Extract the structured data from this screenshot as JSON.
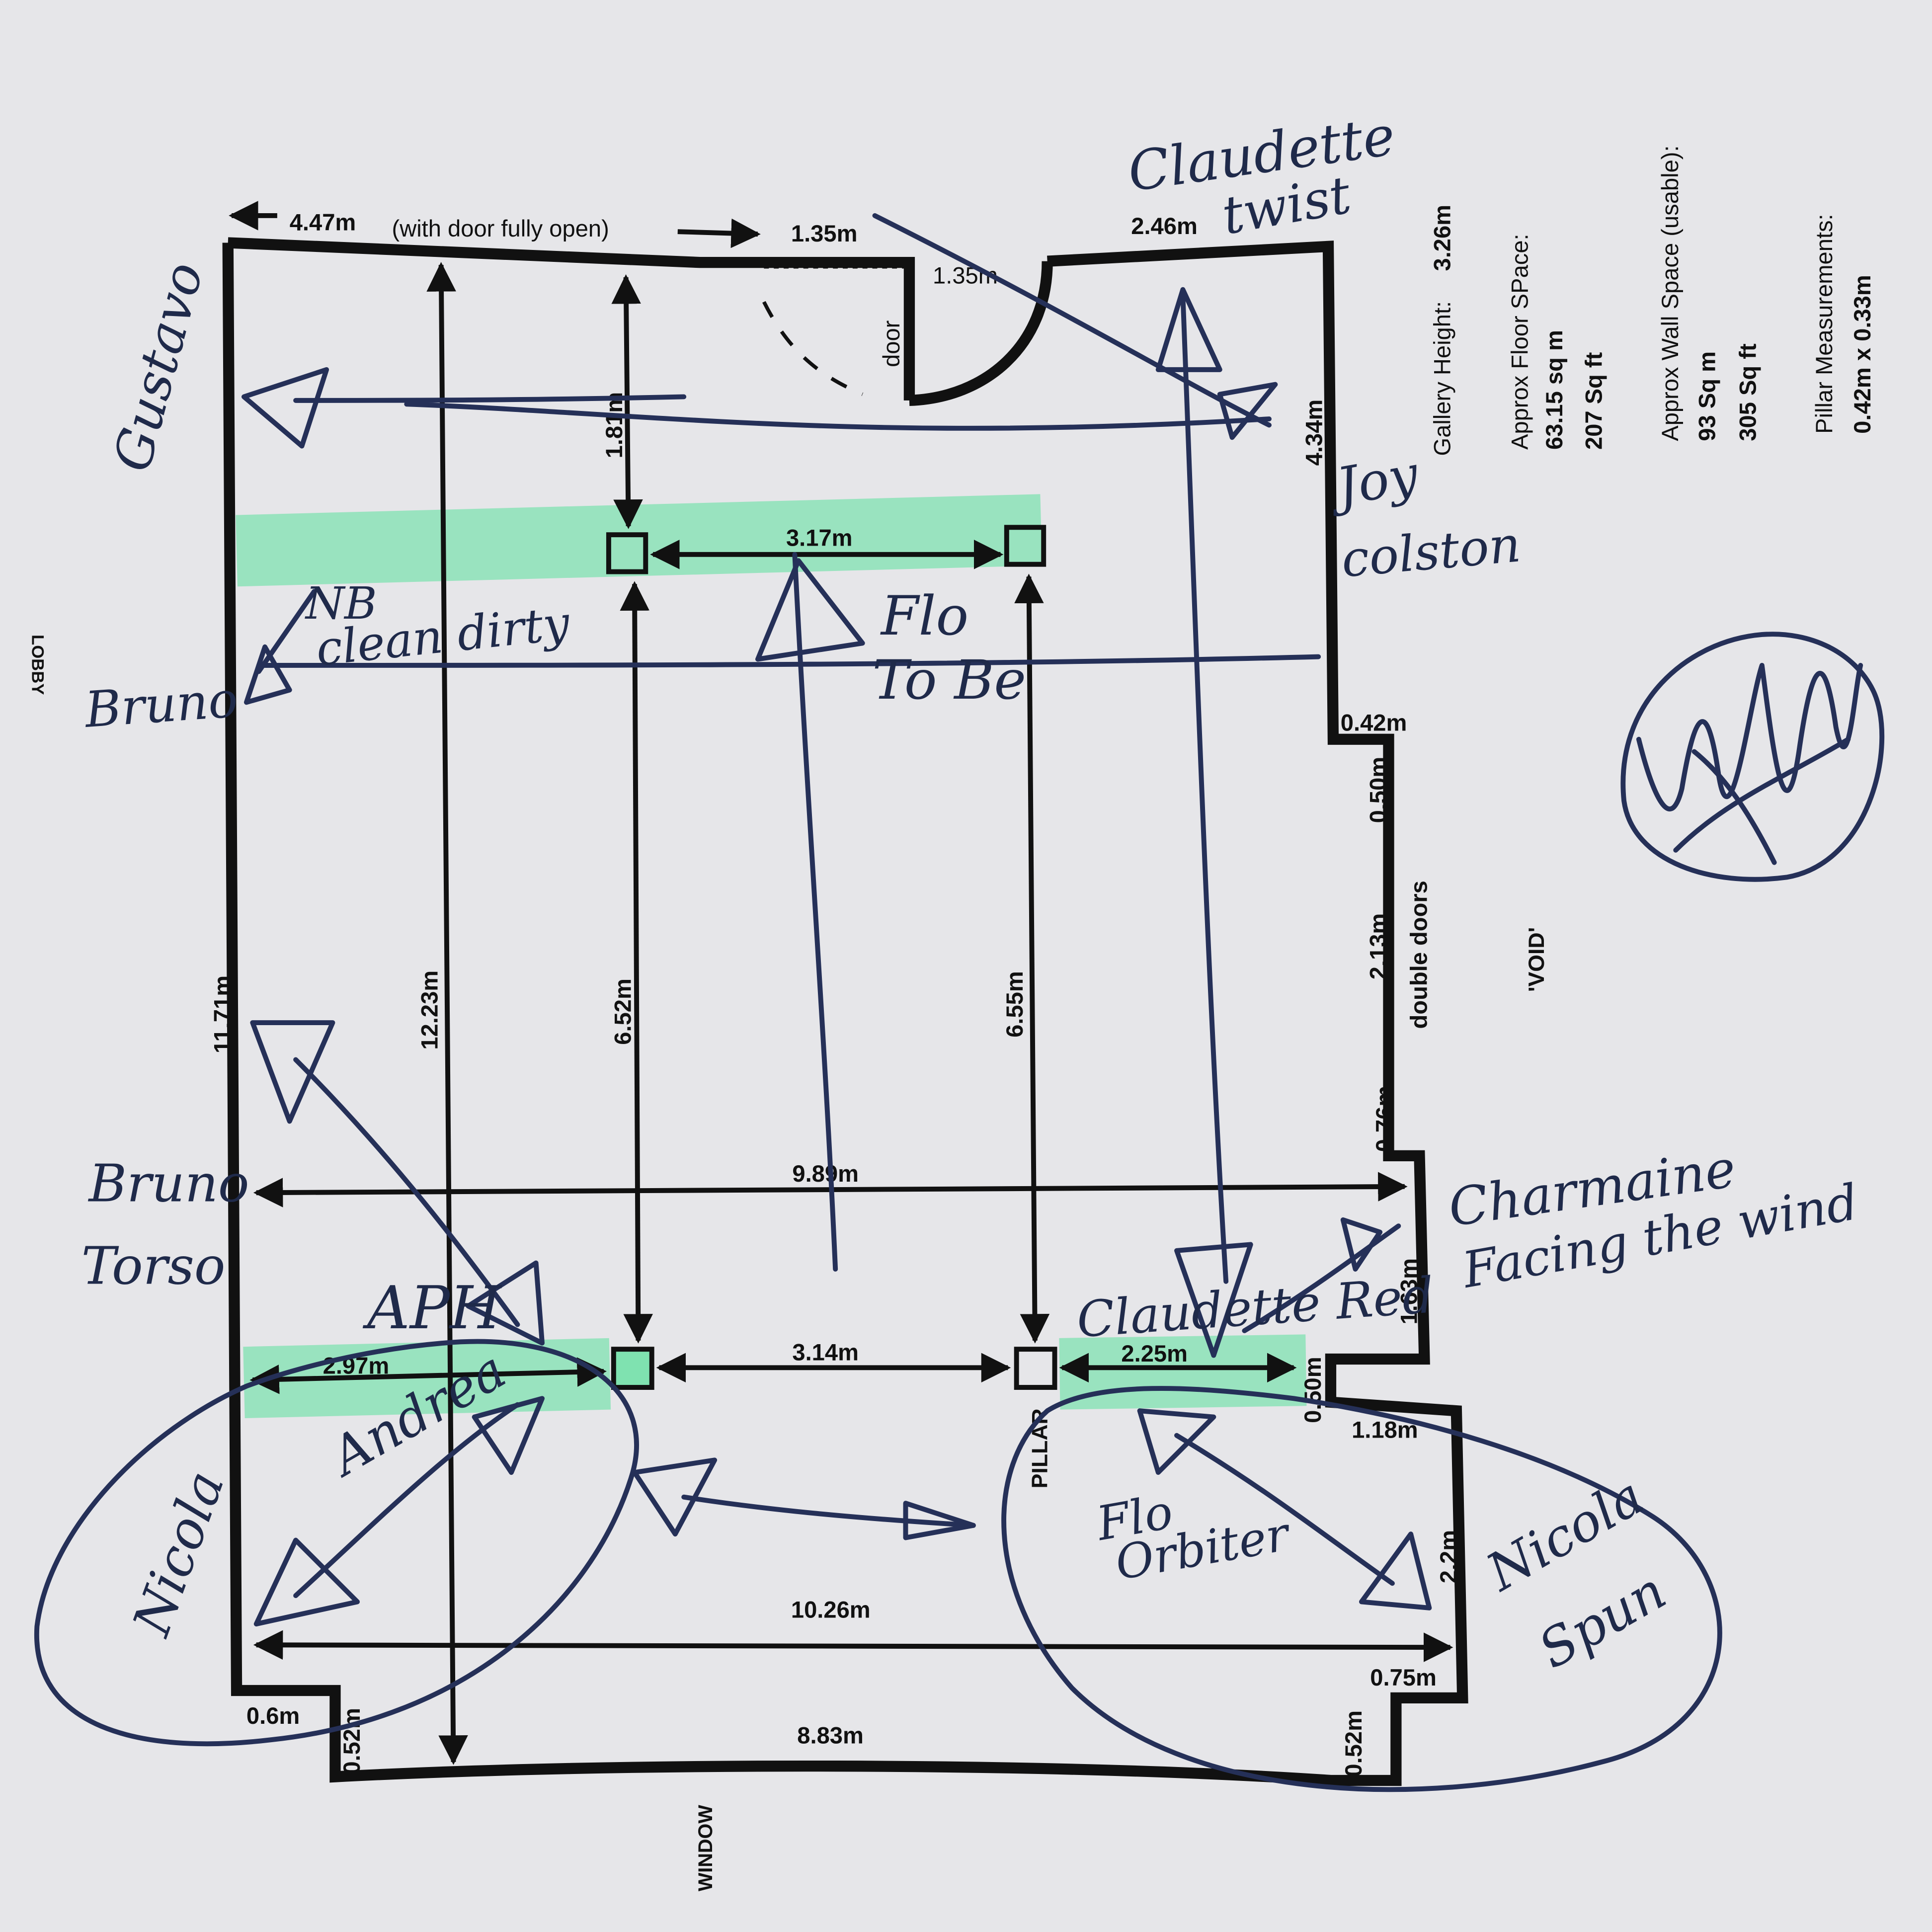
{
  "plan": {
    "labels": {
      "door_width_open": "4.47m",
      "door_width_note": "(with door fully open)",
      "top_door_gap": "1.35m",
      "door_swing": "1.35m",
      "door": "door",
      "top_right_wall": "2.46m",
      "right_upper_wall": "4.34m",
      "top_to_pillar": "1.81m",
      "pillar_span_top": "3.17m",
      "lobby": "LOBBY",
      "left_wall": "11.71m",
      "full_length": "12.23m",
      "left_pillar_run": "6.52m",
      "right_pillar_run": "6.55m",
      "recess_top": "0.42m",
      "recess_upper": "0.50m",
      "doors_width": "2.13m",
      "double_doors": "double doors",
      "recess_lower": "0.76m",
      "void": "'VOID'",
      "room_width_mid": "9.89m",
      "right_mid_wall": "1.63m",
      "left_to_pillar": "2.97m",
      "pillar_span_bottom": "3.14m",
      "pillar_to_wall": "2.25m",
      "lower_recess": "0.50m",
      "lower_right_step": "1.18m",
      "pillar": "PILLAR",
      "right_lower_wall": "2.2m",
      "room_width_low": "10.26m",
      "right_step_bottom": "0.75m",
      "left_step": "0.6m",
      "left_step_v": "0.52m",
      "window_width": "8.83m",
      "right_step_v": "0.52m",
      "window": "WINDOW"
    },
    "info": {
      "gallery_height_label": "Gallery Height:",
      "gallery_height_value": "3.26m",
      "floor_label": "Approx Floor SPace:",
      "floor_sqm": "63.15 sq m",
      "floor_sqft": "207 Sq ft",
      "wall_label": "Approx Wall Space (usable):",
      "wall_sqm": "93 Sq m",
      "wall_sqft": "305 Sq ft",
      "pillar_label": "Pillar Measurements:",
      "pillar_value": "0.42m x 0.33m"
    },
    "handwriting": {
      "claudette": "Claudette",
      "twist": "twist",
      "gustavo": "Gustavo",
      "joy": "Joy",
      "colston": "colston",
      "nb": "NB",
      "clean_dirty": "clean dirty",
      "bruno_top": "Bruno",
      "flo": "Flo",
      "to_be": "To Be",
      "bruno_mid": "Bruno",
      "torso": "Torso",
      "charmaine": "Charmaine",
      "facing_wind": "Facing the wind",
      "aph": "APH",
      "claudette_red": "Claudette Red",
      "andrea": "Andrea",
      "nicola_left": "Nicola",
      "flo_orbiter": "Flo",
      "orbiter": "Orbiter",
      "nicola_right": "Nicola",
      "spun": "Spun"
    },
    "colors": {
      "highlight": "#7fe2b0",
      "ink": "#253058",
      "print": "#111111",
      "paper": "#e6e6e9"
    }
  }
}
